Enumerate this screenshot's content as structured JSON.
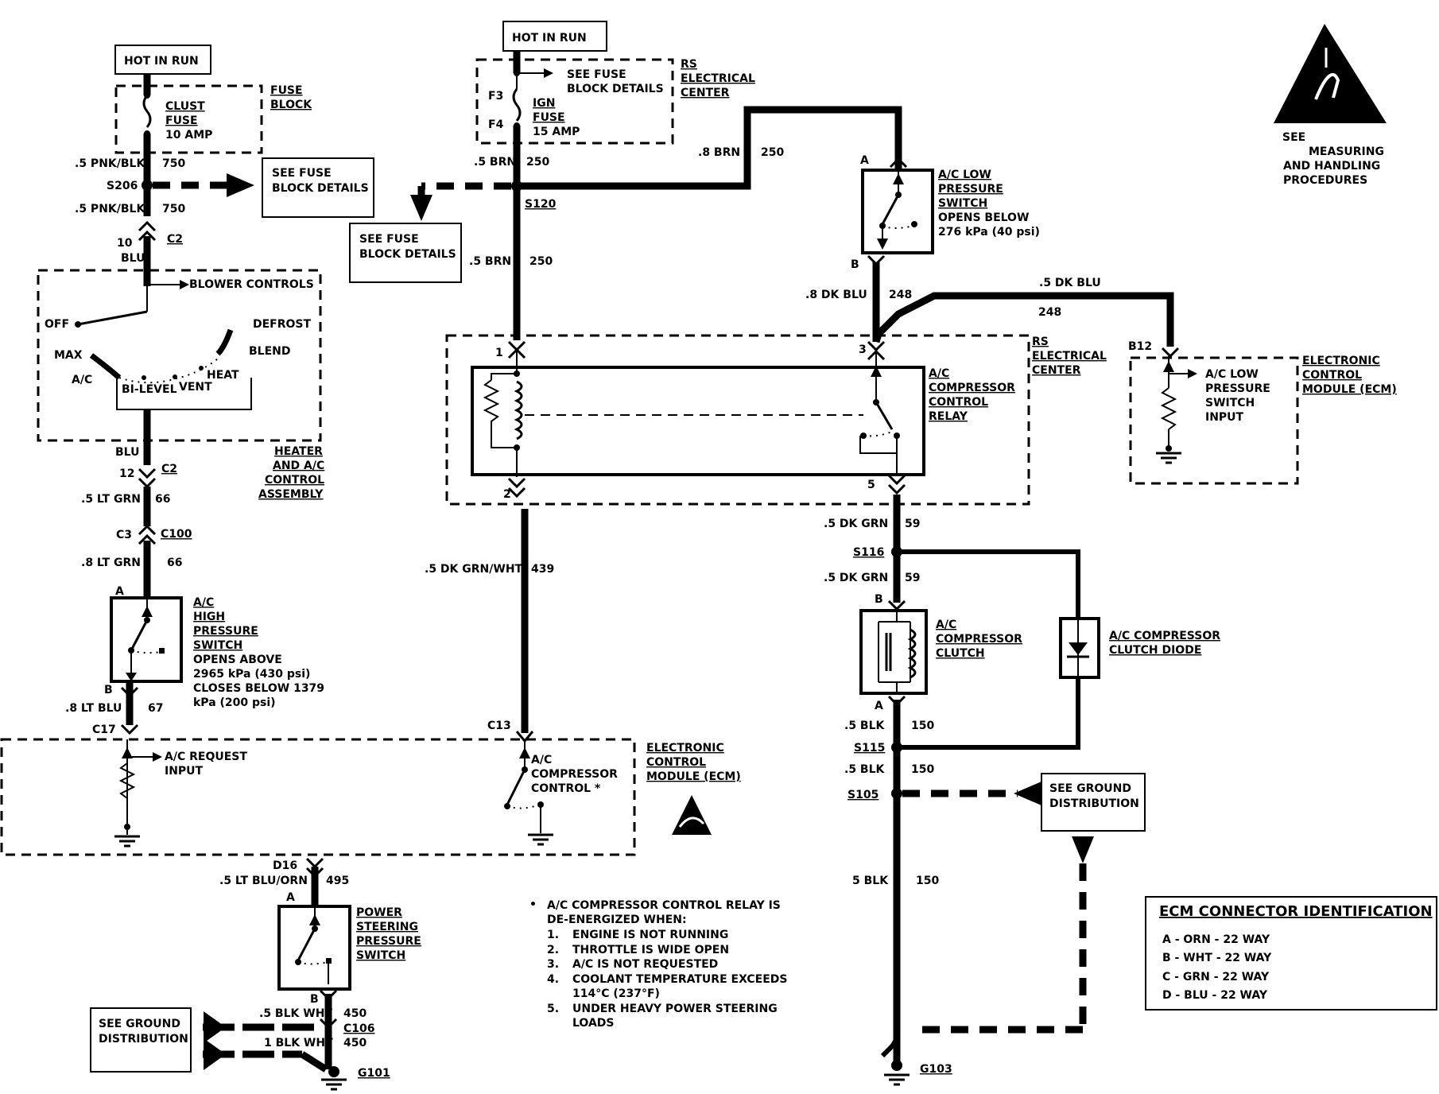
{
  "labels": {
    "hot_in_run_left": "HOT IN RUN",
    "hot_in_run_mid": "HOT IN RUN",
    "clust_fuse_1": "CLUST",
    "clust_fuse_2": "FUSE",
    "clust_fuse_3": "10 AMP",
    "fuse_block_1": "FUSE",
    "fuse_block_2": "BLOCK",
    "see_fuse_left_1": "SEE FUSE",
    "see_fuse_left_2": "BLOCK DETAILS",
    "w_pnk_blk_a": ".5 PNK/BLK",
    "n_750_a": "750",
    "s206": "S206",
    "w_pnk_blk_b": ".5 PNK/BLK",
    "n_750_b": "750",
    "n_10": "10",
    "blu_a": "BLU",
    "c2_a": "C2",
    "blower_controls": "BLOWER CONTROLS",
    "off": "OFF",
    "defrost": "DEFROST",
    "max": "MAX",
    "blend": "BLEND",
    "ac_mode": "A/C",
    "heat": "HEAT",
    "bi_level": "BI-LEVEL",
    "vent": "VENT",
    "heater_1": "HEATER",
    "heater_2": "AND A/C",
    "heater_3": "CONTROL",
    "heater_4": "ASSEMBLY",
    "blu_b": "BLU",
    "n_12": "12",
    "c2_b": "C2",
    "w_lt_grn_a": ".5 LT GRN",
    "n_66_a": "66",
    "c3": "C3",
    "c100": "C100",
    "w_lt_grn_b": ".8 LT GRN",
    "n_66_b": "66",
    "hp_a": "A",
    "hp_1": "A/C",
    "hp_2": "HIGH",
    "hp_3": "PRESSURE",
    "hp_4": "SWITCH",
    "hp_5": "OPENS ABOVE",
    "hp_6": "2965 kPa (430 psi)",
    "hp_7": "CLOSES BELOW 1379",
    "hp_8": "kPa (200 psi)",
    "hp_b": "B",
    "w_lt_blu": ".8 LT BLU",
    "n_67": "67",
    "c17": "C17",
    "ac_request_1": "A/C REQUEST",
    "ac_request_2": "INPUT",
    "c13": "C13",
    "ac_comp_ctrl_1": "A/C",
    "ac_comp_ctrl_2": "COMPRESSOR",
    "ac_comp_ctrl_3": "CONTROL *",
    "ecm_a_1": "ELECTRONIC",
    "ecm_a_2": "CONTROL",
    "ecm_a_3": "MODULE (ECM)",
    "d16": "D16",
    "w_lt_blu_orn": ".5 LT BLU/ORN",
    "n_495": "495",
    "ps_a": "A",
    "ps_1": "POWER",
    "ps_2": "STEERING",
    "ps_3": "PRESSURE",
    "ps_4": "SWITCH",
    "ps_b": "B",
    "w_blk_wht_a": ".5 BLK WHT",
    "n_450_a": "450",
    "c106": "C106",
    "w_blk_wht_b": "1 BLK WHT",
    "n_450_b": "450",
    "g101": "G101",
    "see_ground_left_1": "SEE GROUND",
    "see_ground_left_2": "DISTRIBUTION",
    "see_fuse_mid_1": "SEE FUSE",
    "see_fuse_mid_2": "BLOCK DETAILS",
    "f3": "F3",
    "f4": "F4",
    "ign_1": "IGN",
    "ign_2": "FUSE",
    "ign_3": "15 AMP",
    "rs_top_1": "RS",
    "rs_top_2": "ELECTRICAL",
    "rs_top_3": "CENTER",
    "w_brn_a": ".5 BRN",
    "n_250_a": "250",
    "s120": "S120",
    "see_fuse_box_1": "SEE FUSE",
    "see_fuse_box_2": "BLOCK DETAILS",
    "w_brn_b": ".5 BRN",
    "n_250_b": "250",
    "w_brn_c": ".8 BRN",
    "n_250_c": "250",
    "relay_pin_1": "1",
    "relay_pin_2": "2",
    "relay_pin_3": "3",
    "relay_pin_5": "5",
    "relay_1": "A/C",
    "relay_2": "COMPRESSOR",
    "relay_3": "CONTROL",
    "relay_4": "RELAY",
    "rs_mid_1": "RS",
    "rs_mid_2": "ELECTRICAL",
    "rs_mid_3": "CENTER",
    "w_dk_grn_wht": ".5 DK GRN/WHT",
    "n_439": "439",
    "lp_a": "A",
    "lp_1": "A/C LOW",
    "lp_2": "PRESSURE",
    "lp_3": "SWITCH",
    "lp_4": "OPENS BELOW",
    "lp_5": "276 kPa (40 psi)",
    "lp_b": "B",
    "w_dk_blu_a": ".8 DK BLU",
    "n_248_a": "248",
    "w_dk_blu_b": ".5 DK BLU",
    "n_248_b": "248",
    "b12": "B12",
    "lp_input_1": "A/C LOW",
    "lp_input_2": "PRESSURE",
    "lp_input_3": "SWITCH",
    "lp_input_4": "INPUT",
    "ecm_b_1": "ELECTRONIC",
    "ecm_b_2": "CONTROL",
    "ecm_b_3": "MODULE (ECM)",
    "w_dk_grn_a": ".5 DK GRN",
    "n_59_a": "59",
    "s116": "S116",
    "w_dk_grn_b": ".5 DK GRN",
    "n_59_b": "59",
    "clutch_b": "B",
    "clutch_1": "A/C",
    "clutch_2": "COMPRESSOR",
    "clutch_3": "CLUTCH",
    "diode_1": "A/C COMPRESSOR",
    "diode_2": "CLUTCH DIODE",
    "clutch_a": "A",
    "w_blk_a": ".5 BLK",
    "n_150_a": "150",
    "s115": "S115",
    "w_blk_b": ".5 BLK",
    "n_150_b": "150",
    "s105": "S105",
    "see_ground_right_1": "SEE GROUND",
    "see_ground_right_2": "DISTRIBUTION",
    "w_blk_c": "5 BLK",
    "n_150_c": "150",
    "g103": "G103",
    "esd_1": "SEE",
    "esd_2": "MEASURING",
    "esd_3": "AND HANDLING",
    "esd_4": "PROCEDURES"
  },
  "notes": {
    "bullet": "•",
    "intro_1": "A/C COMPRESSOR CONTROL RELAY IS",
    "intro_2": "DE-ENERGIZED WHEN:",
    "items": [
      {
        "num": "1.",
        "lines": [
          "ENGINE IS NOT RUNNING"
        ]
      },
      {
        "num": "2.",
        "lines": [
          "THROTTLE IS WIDE OPEN"
        ]
      },
      {
        "num": "3.",
        "lines": [
          "A/C IS NOT REQUESTED"
        ]
      },
      {
        "num": "4.",
        "lines": [
          "COOLANT TEMPERATURE EXCEEDS",
          "114°C (237°F)"
        ]
      },
      {
        "num": "5.",
        "lines": [
          "UNDER HEAVY POWER STEERING",
          "LOADS"
        ]
      }
    ]
  },
  "ecm_table": {
    "title": "ECM CONNECTOR IDENTIFICATION",
    "rows": [
      "A - ORN - 22 WAY",
      "B - WHT - 22 WAY",
      "C - GRN - 22 WAY",
      "D - BLU - 22 WAY"
    ]
  }
}
